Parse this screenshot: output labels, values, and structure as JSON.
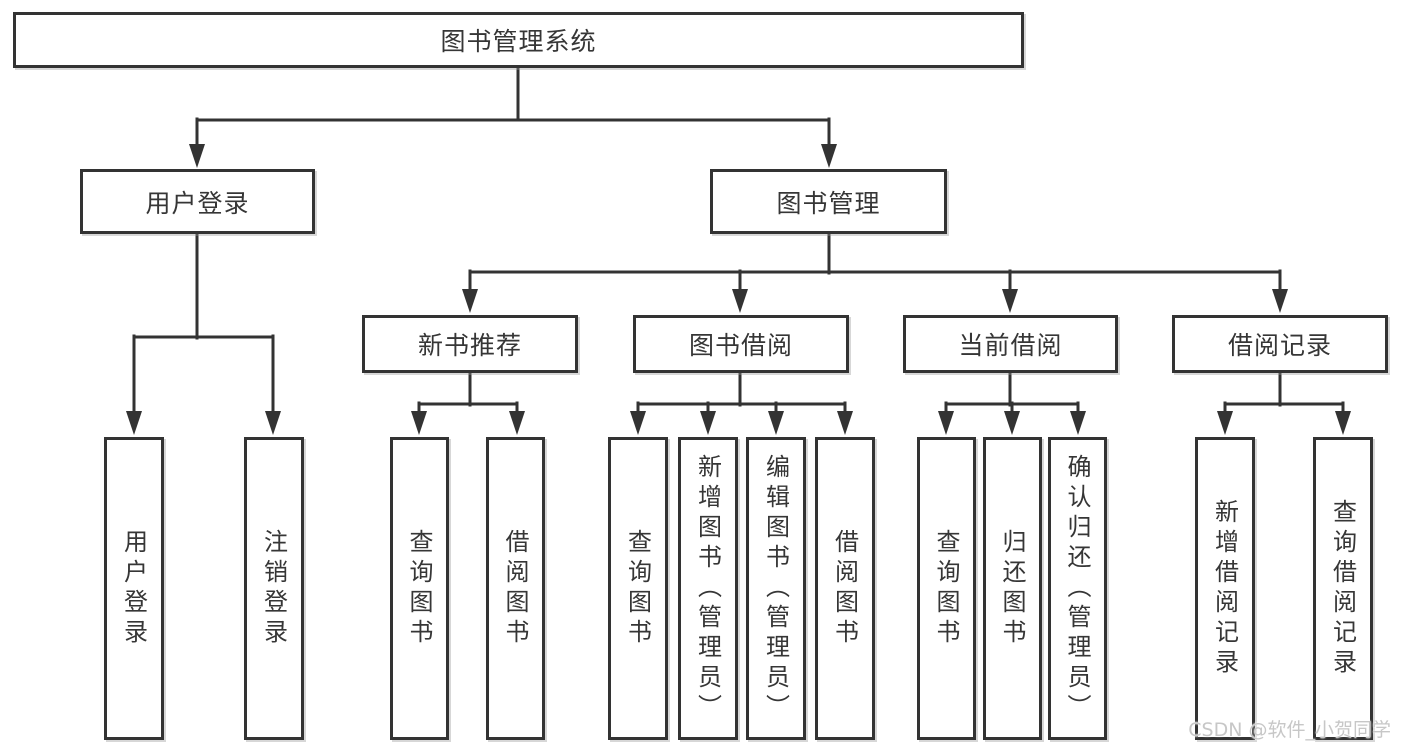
{
  "diagram": {
    "title": "图书管理系统",
    "user_login": {
      "label": "用户登录",
      "children": [
        "用户登录",
        "注销登录"
      ]
    },
    "book_management": {
      "label": "图书管理",
      "modules": [
        {
          "label": "新书推荐",
          "children": [
            "查询图书",
            "借阅图书"
          ]
        },
        {
          "label": "图书借阅",
          "children": [
            "查询图书",
            "新增图书（管理员）",
            "编辑图书（管理员）",
            "借阅图书"
          ]
        },
        {
          "label": "当前借阅",
          "children": [
            "查询图书",
            "归还图书",
            "确认归还（管理员）"
          ]
        },
        {
          "label": "借阅记录",
          "children": [
            "新增借阅记录",
            "查询借阅记录"
          ]
        }
      ]
    }
  },
  "watermark": "CSDN @软件_小贺同学",
  "colors": {
    "line": "#333333",
    "text": "#363636",
    "background": "#ffffff",
    "watermark": "#c7c7c7"
  }
}
